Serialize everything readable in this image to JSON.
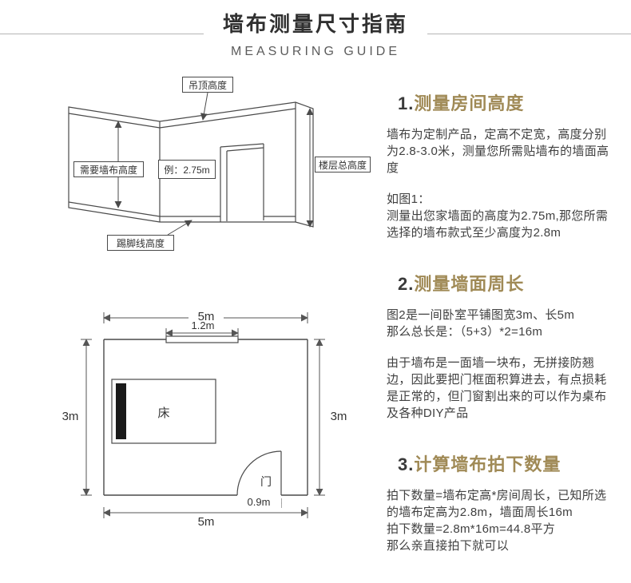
{
  "header": {
    "title": "墙布测量尺寸指南",
    "subtitle": "MEASURING GUIDE"
  },
  "room_diagram": {
    "ceiling_label": "吊顶高度",
    "wall_height_label": "需要墙布高度",
    "example_label": "例：2.75m",
    "total_height_label": "楼层总高度",
    "skirting_label": "踢脚线高度"
  },
  "floor_plan": {
    "width_top": "5m",
    "window_width": "1.2m",
    "height_left": "3m",
    "height_right": "3m",
    "width_bottom": "5m",
    "door_width": "0.9m",
    "bed_label": "床",
    "door_label": "门"
  },
  "sections": [
    {
      "num": "1.",
      "title": "测量房间高度",
      "p1": "墙布为定制产品，定高不定宽，高度分别为2.8-3.0米，测量您所需贴墙布的墙面高度",
      "p2": "如图1：",
      "p3": "测量出您家墙面的高度为2.75m,那您所需选择的墙布款式至少高度为2.8m"
    },
    {
      "num": "2.",
      "title": "测量墙面周长",
      "p1": "图2是一间卧室平铺图宽3m、长5m",
      "p2": "那么总长是：（5+3）*2=16m",
      "p3": "由于墙布是一面墙一块布，无拼接防翘边，因此要把门框面积算进去，有点损耗是正常的，但门窗割出来的可以作为桌布及各种DIY产品"
    },
    {
      "num": "3.",
      "title": "计算墙布拍下数量",
      "p1": "拍下数量=墙布定高*房间周长，已知所选的墙布定高为2.8m，墙面周长16m",
      "p2": "拍下数量=2.8m*16m=44.8平方",
      "p3": "那么亲直接拍下就可以"
    }
  ],
  "colors": {
    "accent": "#a08a56",
    "text": "#404040",
    "header_line": "#b5b5b5",
    "diagram_line": "#4a4a4a"
  }
}
